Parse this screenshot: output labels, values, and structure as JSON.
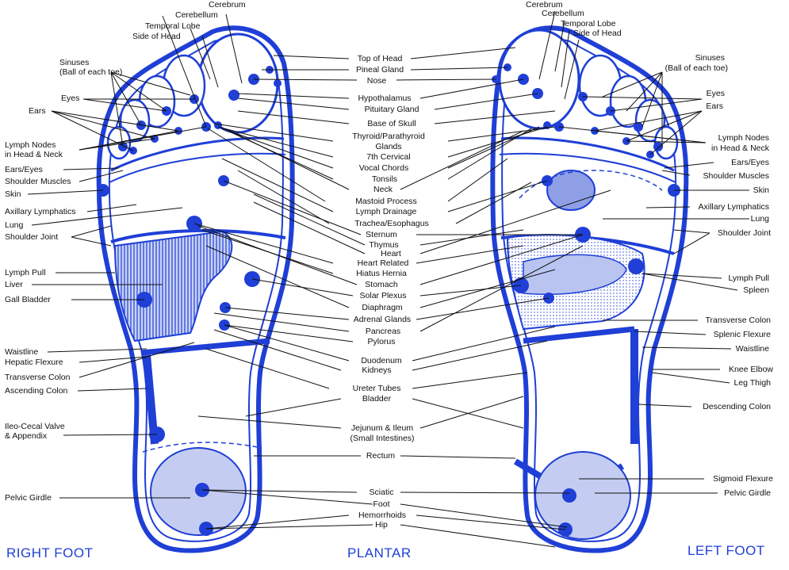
{
  "colors": {
    "blue": "#1f3fd6",
    "light_blue": "#a9b6ee",
    "line": "#111111"
  },
  "footer": {
    "right_foot": "RIGHT FOOT",
    "plantar": "PLANTAR",
    "left_foot": "LEFT FOOT"
  },
  "center": {
    "top_of_head": "Top of Head",
    "pineal": "Pineal Gland",
    "nose": "Nose",
    "hypothalamus": "Hypothalamus",
    "pituitary": "Pituitary Gland",
    "base_skull": "Base of Skull",
    "thyroid1": "Thyroid/Parathyroid",
    "thyroid2": "Glands",
    "cervical": "7th Cervical",
    "vocal": "Vocal Chords",
    "tonsils": "Tonsils",
    "neck": "Neck",
    "mastoid": "Mastoid Process",
    "lymph_drainage": "Lymph Drainage",
    "trachea": "Trachea/Esophagus",
    "sternum": "Sternum",
    "thymus": "Thymus",
    "heart": "Heart",
    "heart_related": "Heart Related",
    "hiatus": "Hiatus Hernia",
    "stomach": "Stomach",
    "solar": "Solar Plexus",
    "diaphragm": "Diaphragm",
    "adrenal": "Adrenal Glands",
    "pancreas": "Pancreas",
    "pylorus": "Pylorus",
    "duodenum": "Duodenum",
    "kidneys": "Kidneys",
    "ureter": "Ureter Tubes",
    "bladder": "Bladder",
    "jejunum1": "Jejunum & Ileum",
    "jejunum2": "(Small Intestines)",
    "rectum": "Rectum",
    "sciatic": "Sciatic",
    "foot": "Foot",
    "hemorrhoids": "Hemorrhoids",
    "hip": "Hip"
  },
  "right_top": {
    "cerebrum": "Cerebrum",
    "cerebellum": "Cerebellum",
    "temporal": "Temporal Lobe",
    "side_head": "Side of Head",
    "sinuses1": "Sinuses",
    "sinuses2": "(Ball of each toe)",
    "eyes": "Eyes",
    "ears": "Ears",
    "lymph1": "Lymph Nodes",
    "lymph2": "in Head & Neck",
    "ears_eyes": "Ears/Eyes",
    "shoulder_muscles": "Shoulder Muscles",
    "skin": "Skin",
    "axillary": "Axillary Lymphatics",
    "lung": "Lung",
    "shoulder_joint": "Shoulder Joint"
  },
  "right_low": {
    "lymph_pull": "Lymph Pull",
    "liver": "Liver",
    "gall": "Gall Bladder",
    "waistline": "Waistline",
    "hepatic": "Hepatic Flexure",
    "transverse": "Transverse Colon",
    "ascending": "Ascending Colon",
    "ileo1": "Ileo-Cecal Valve",
    "ileo2": "& Appendix",
    "pelvic": "Pelvic Girdle"
  },
  "left_top": {
    "cerebrum": "Cerebrum",
    "cerebellum": "Cerebellum",
    "temporal": "Temporal Lobe",
    "side_head": "Side of Head",
    "sinuses1": "Sinuses",
    "sinuses2": "(Ball of each toe)",
    "eyes": "Eyes",
    "ears": "Ears",
    "lymph1": "Lymph Nodes",
    "lymph2": "in Head & Neck",
    "ears_eyes": "Ears/Eyes",
    "shoulder_muscles": "Shoulder Muscles",
    "skin": "Skin",
    "axillary": "Axillary Lymphatics",
    "lung": "Lung",
    "shoulder_joint": "Shoulder Joint"
  },
  "left_low": {
    "lymph_pull": "Lymph Pull",
    "spleen": "Spleen",
    "transverse": "Transverse Colon",
    "splenic": "Splenic Flexure",
    "waistline": "Waistline",
    "knee": "Knee Elbow",
    "leg": "Leg Thigh",
    "descending": "Descending Colon",
    "sigmoid": "Sigmoid Flexure",
    "pelvic": "Pelvic Girdle"
  }
}
